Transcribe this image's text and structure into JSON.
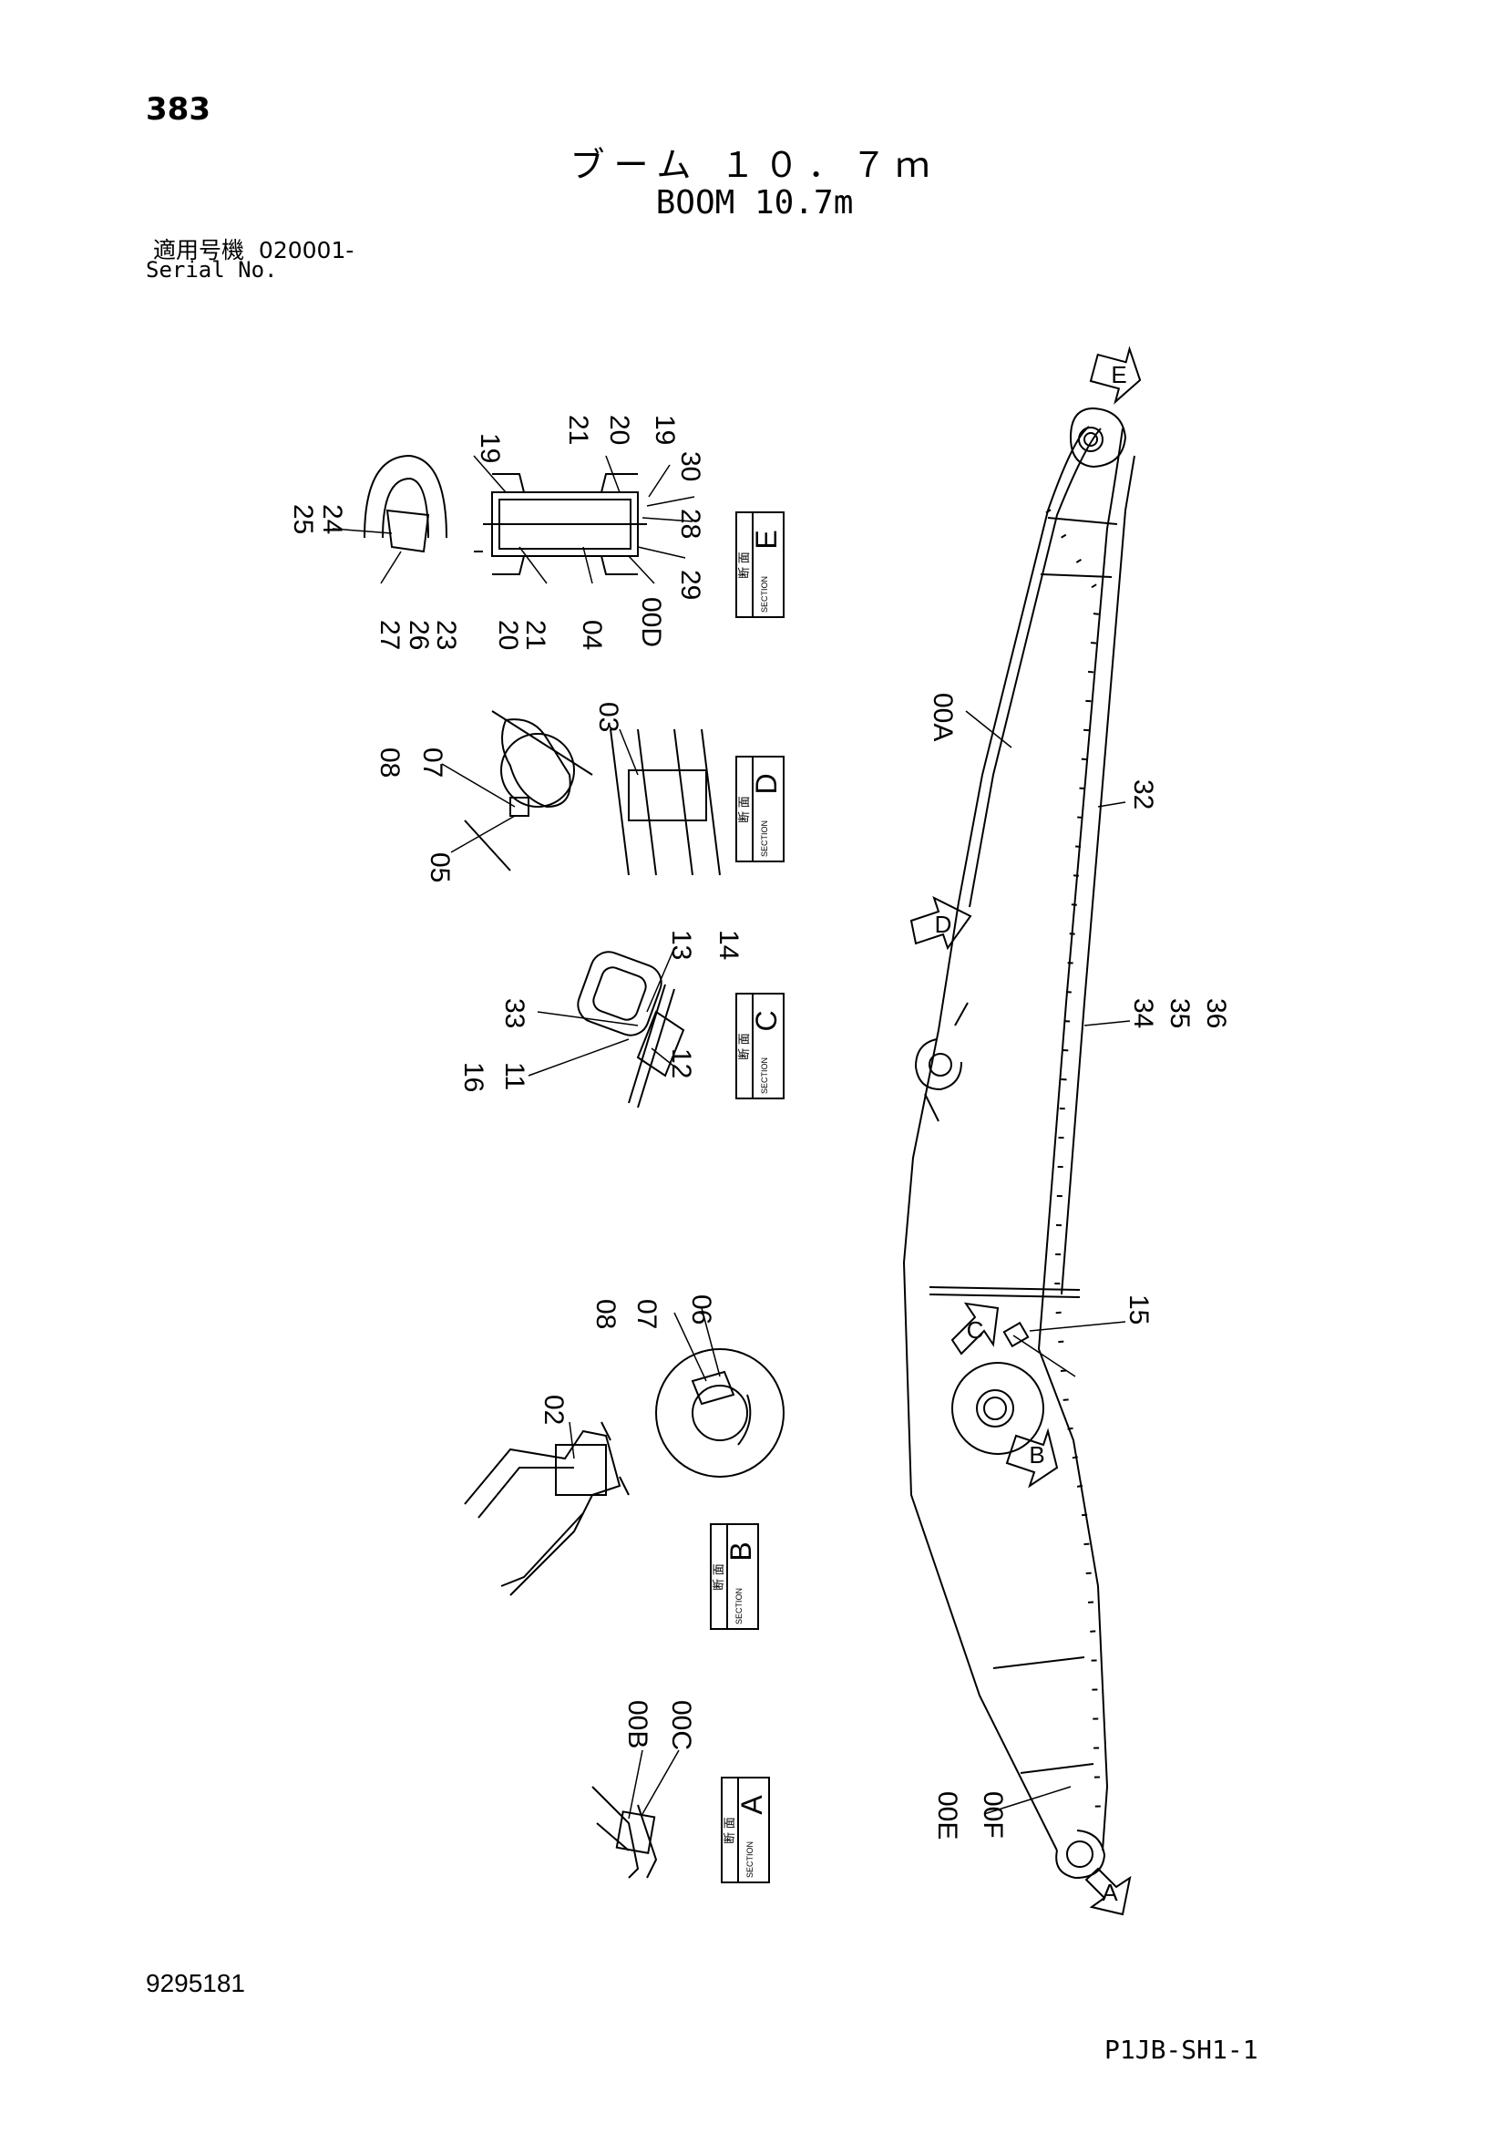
{
  "header": {
    "page_number": "383",
    "title_jp": "ブーム １０．７ｍ",
    "title_en": "BOOM 10.7m",
    "serial_label_jp": "適用号機",
    "serial_value": "020001-",
    "serial_label_en": "Serial No."
  },
  "footer": {
    "document_number": "9295181",
    "drawing_code": "P1JB-SH1-1"
  },
  "section_box": {
    "kanji": "断 面",
    "word": "SECTION"
  },
  "sections": [
    {
      "letter": "E"
    },
    {
      "letter": "D"
    },
    {
      "letter": "C"
    },
    {
      "letter": "B"
    },
    {
      "letter": "A"
    }
  ],
  "view_arrows": [
    "E",
    "D",
    "C",
    "B",
    "A"
  ],
  "callouts": {
    "section_e": [
      "19",
      "21",
      "20",
      "19",
      "30",
      "28",
      "29",
      "00D",
      "04",
      "20",
      "21",
      "23",
      "26",
      "27",
      "25",
      "24"
    ],
    "section_d": [
      "03",
      "08",
      "07",
      "05"
    ],
    "section_c": [
      "13",
      "14",
      "33",
      "12",
      "16",
      "11"
    ],
    "section_b": [
      "08",
      "07",
      "06",
      "02"
    ],
    "section_a": [
      "00B",
      "00C"
    ],
    "boom": [
      "00A",
      "32",
      "34",
      "35",
      "36",
      "15",
      "00E",
      "00F"
    ]
  }
}
